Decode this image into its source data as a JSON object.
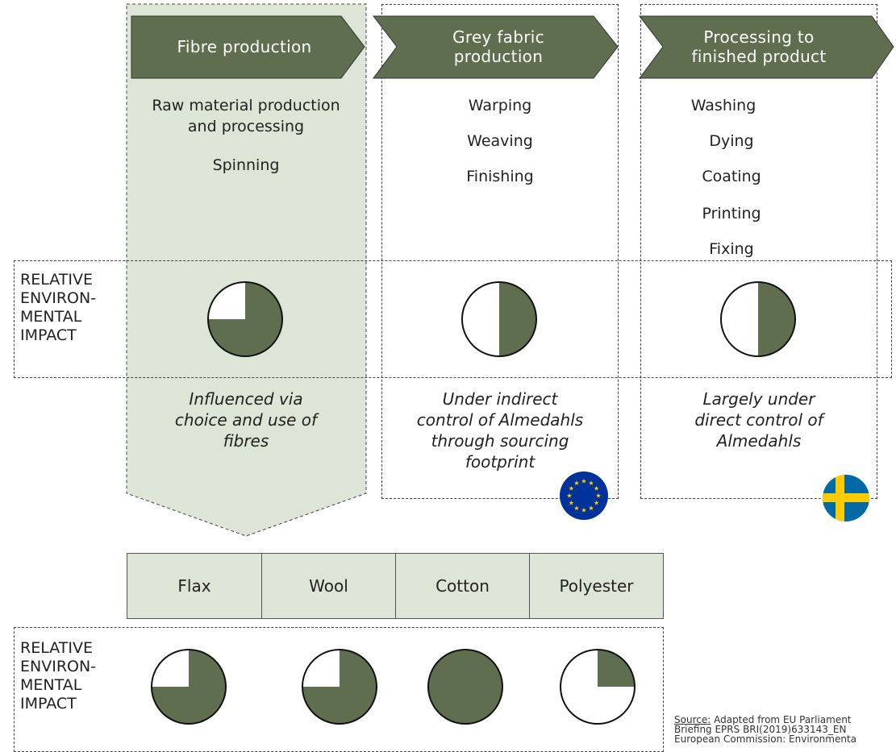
{
  "colors": {
    "accent": "#5e6e4e",
    "highlight_fill": "#dde5d6",
    "eu_blue": "#003399",
    "eu_star": "#ffcc00",
    "se_blue": "#006aa7",
    "se_yellow": "#fecc00"
  },
  "stages": [
    {
      "line1": "Fibre production",
      "line2": ""
    },
    {
      "line1": "Grey fabric",
      "line2": "production"
    },
    {
      "line1": "Processing to",
      "line2": "finished product"
    }
  ],
  "stage_steps": [
    [
      "Raw material production",
      "and processing",
      "Spinning"
    ],
    [
      "Warping",
      "Weaving",
      "Finishing"
    ],
    [
      "Washing",
      "Dying",
      "Coating",
      "Printing",
      "Fixing"
    ]
  ],
  "impact_label": [
    "RELATIVE",
    "ENVIRON-",
    "MENTAL",
    "IMPACT"
  ],
  "stage_impact": [
    0.75,
    0.5,
    0.5
  ],
  "control": [
    [
      "Influenced via",
      "choice and use of",
      "fibres"
    ],
    [
      "Under indirect",
      "control of Almedahls",
      "through sourcing",
      "footprint"
    ],
    [
      "Largely under",
      "direct control of",
      "Almedahls"
    ]
  ],
  "fibres": [
    "Flax",
    "Wool",
    "Cotton",
    "Polyester"
  ],
  "fibre_impact": [
    0.75,
    0.75,
    1.0,
    0.25
  ],
  "source": {
    "prefix": "Source:",
    "line1": "Adapted from EU Parliament",
    "line2": "Briefing EPRS BRI(2019)633143_EN",
    "line3": "European Commission: Environmenta"
  }
}
